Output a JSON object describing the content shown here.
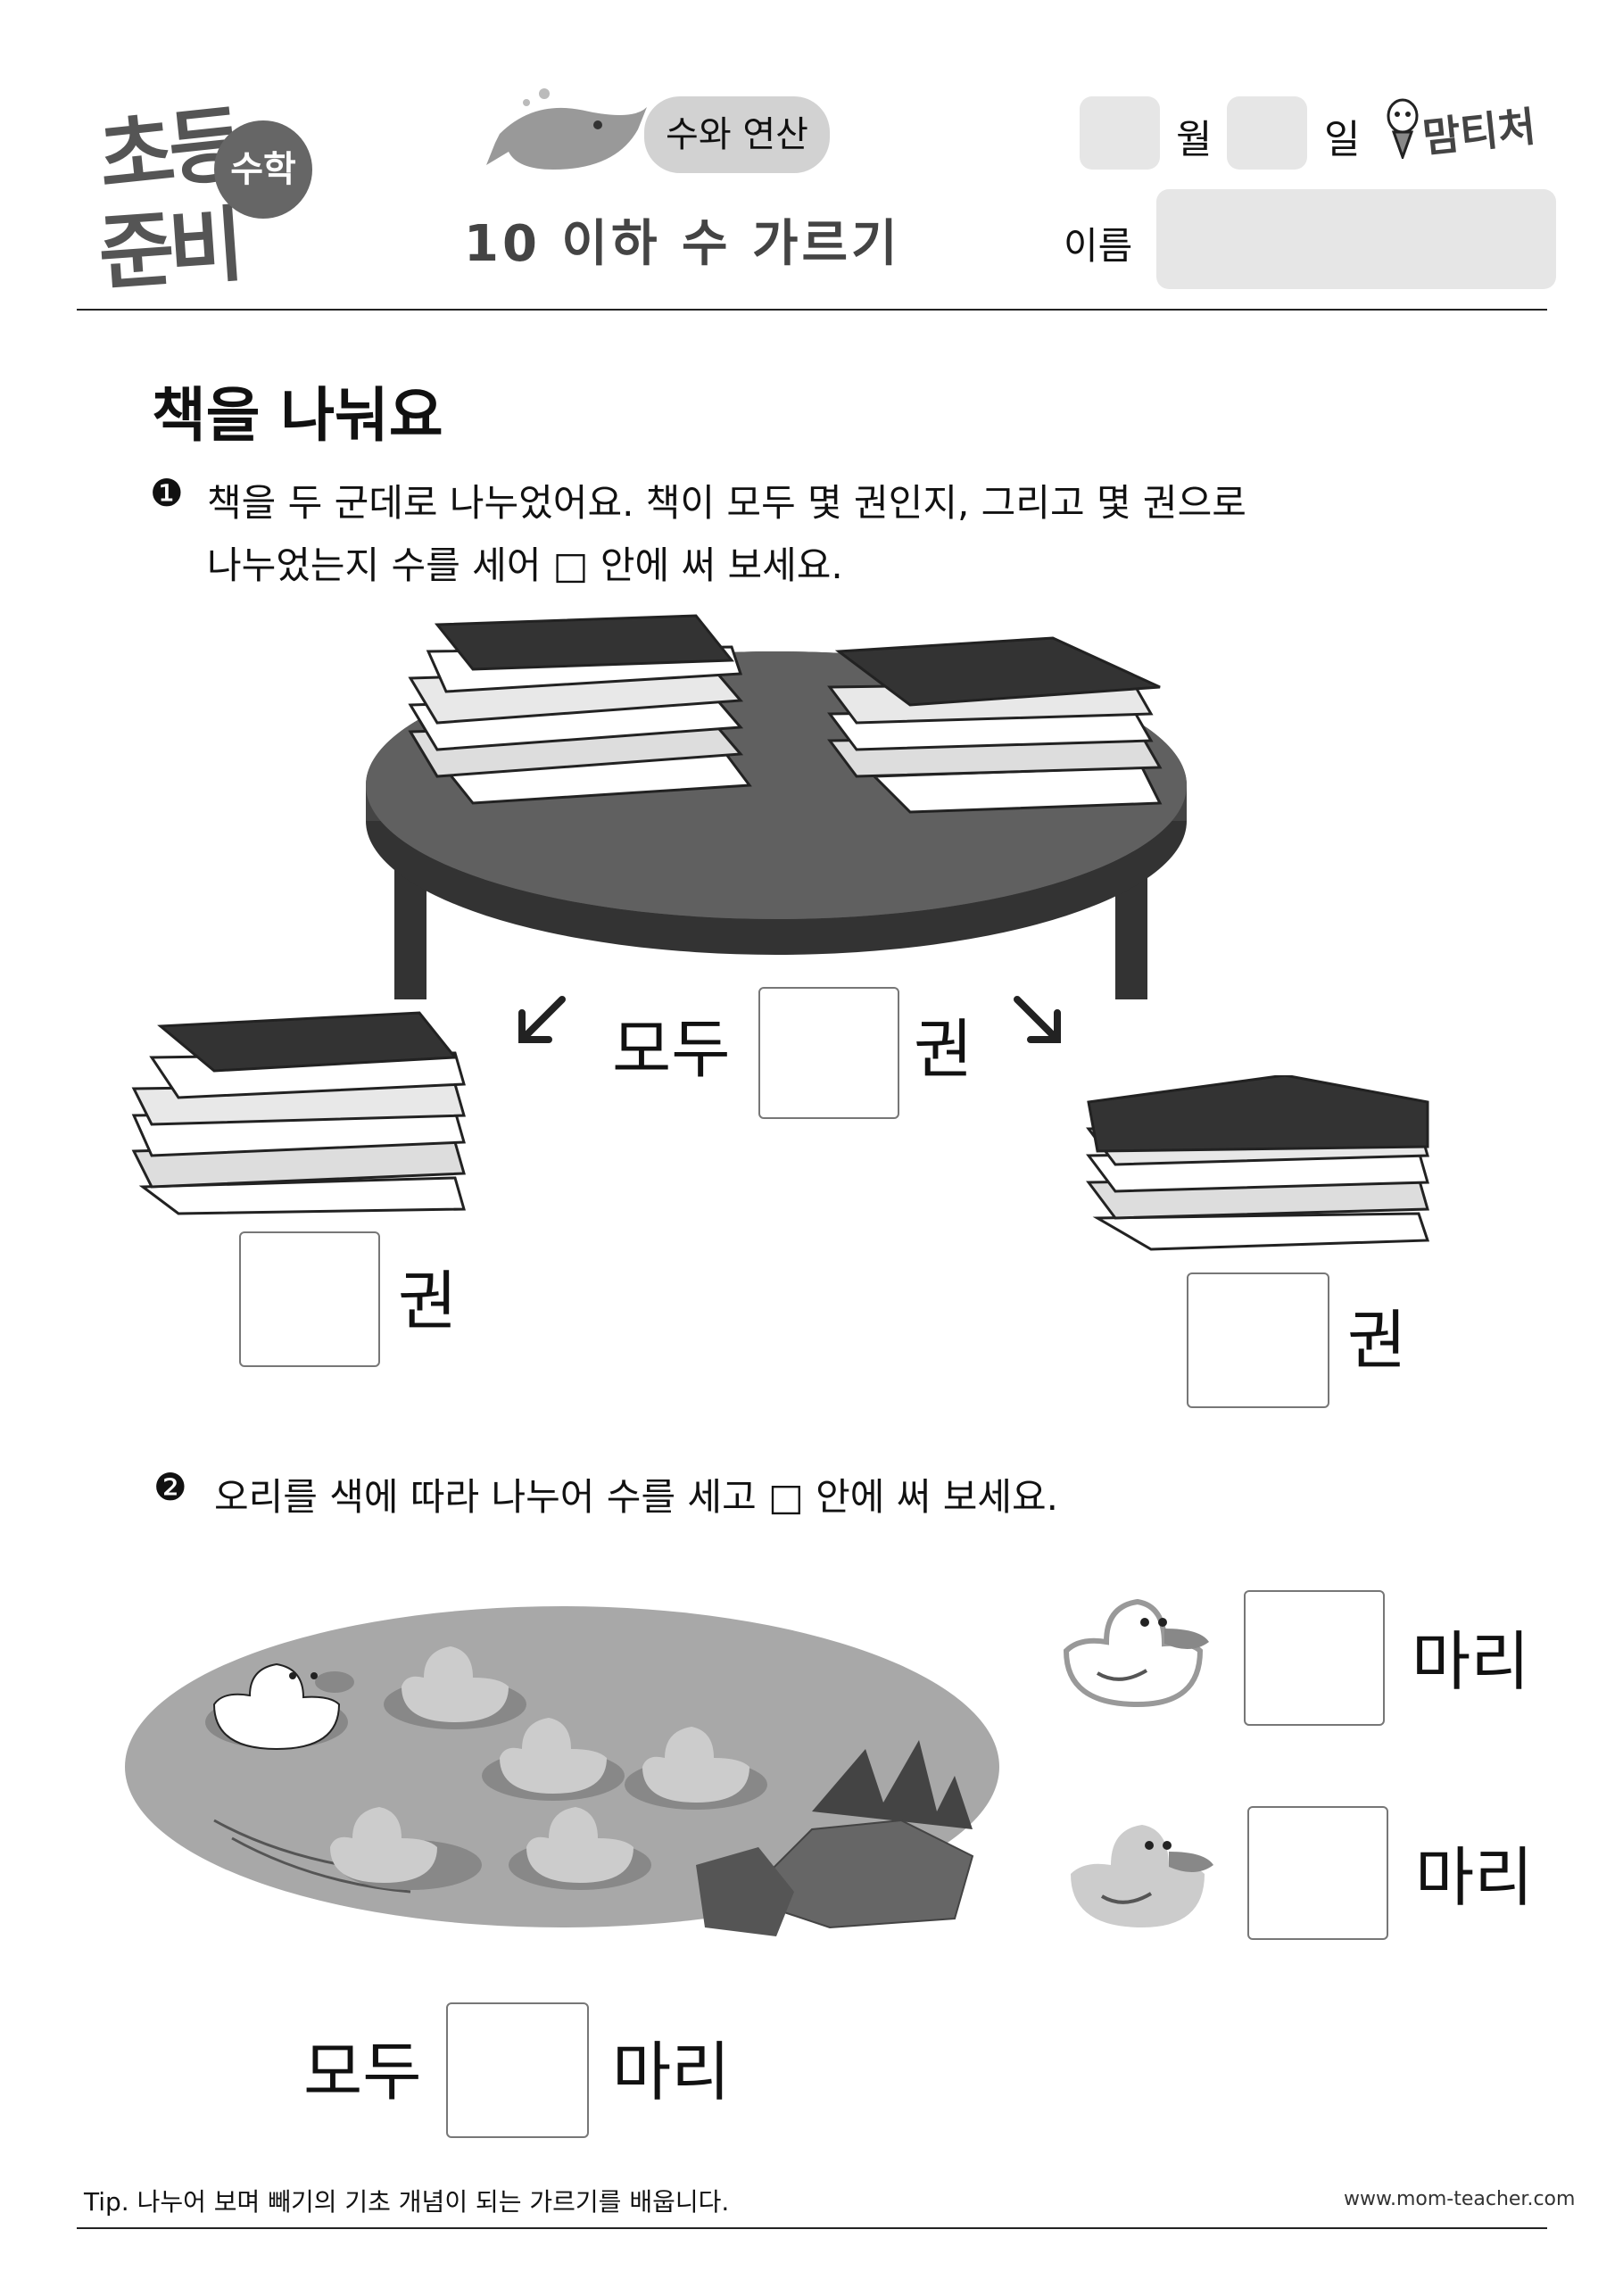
{
  "header": {
    "logo": {
      "line1": "초등",
      "line2": "준비",
      "badge": "수학"
    },
    "category": "수와 연산",
    "title": "10 이하 수 가르기",
    "month_label": "월",
    "day_label": "일",
    "brand": "맘티처",
    "name_label": "이름"
  },
  "section_title": "책을 나눠요",
  "q1": {
    "number": "❶",
    "text_line1": "책을 두 군데로 나누었어요. 책이 모두 몇 권인지, 그리고 몇 권으로",
    "text_line2": "나누었는지 수를 세어 □ 안에 써 보세요.",
    "total_prefix": "모두",
    "unit": "권"
  },
  "q2": {
    "number": "❷",
    "text": "오리를 색에 따라 나누어 수를 세고 □ 안에 써 보세요.",
    "unit": "마리",
    "total_prefix": "모두"
  },
  "footer": {
    "tip": "Tip. 나누어 보며 빼기의 기초 개념이 되는 가르기를 배웁니다.",
    "url": "www.mom-teacher.com"
  }
}
